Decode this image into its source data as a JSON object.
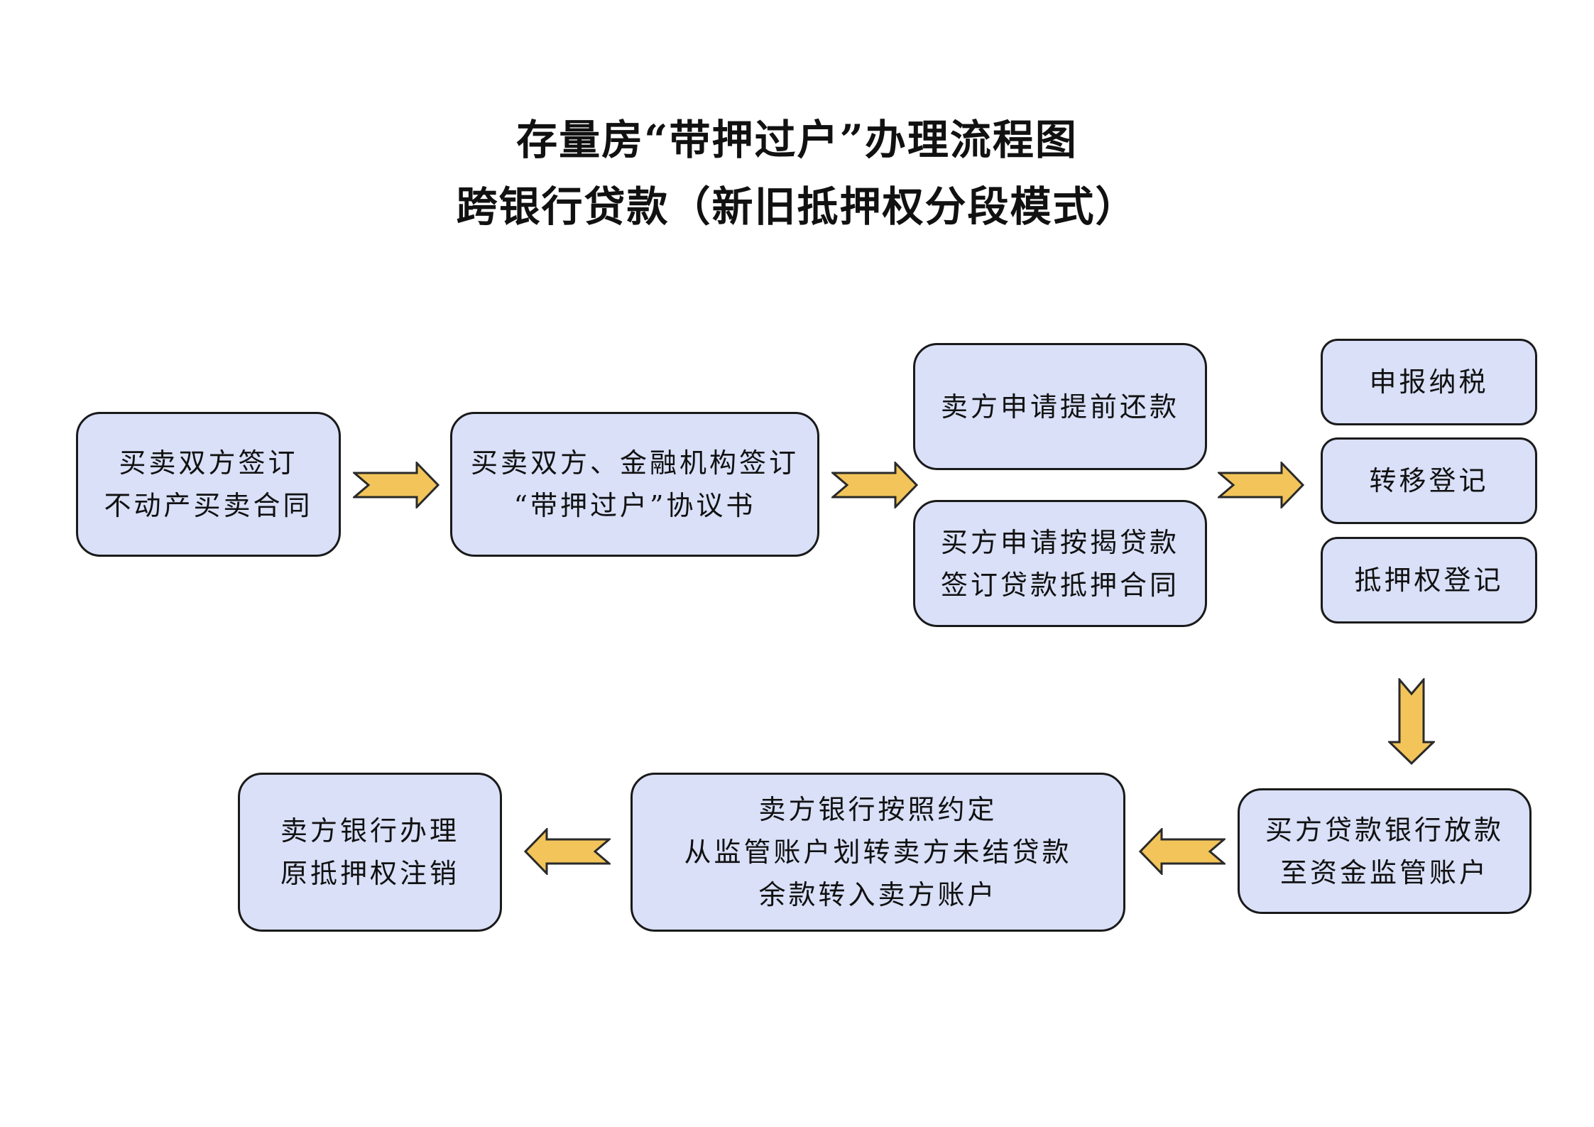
{
  "title": {
    "line1": "存量房“带押过户”办理流程图",
    "line2": "跨银行贷款（新旧抵押权分段模式）"
  },
  "steps": {
    "contract": {
      "line1": "买卖双方签订",
      "line2": "不动产买卖合同"
    },
    "agreement": {
      "line1": "买卖双方、金融机构签订",
      "line2": "“带押过户”协议书"
    },
    "seller_repay": {
      "line1": "卖方申请提前还款"
    },
    "buyer_loan": {
      "line1": "买方申请按揭贷款",
      "line2": "签订贷款抵押合同"
    },
    "tax": {
      "line1": "申报纳税"
    },
    "transfer": {
      "line1": "转移登记"
    },
    "mortgage_reg": {
      "line1": "抵押权登记"
    },
    "loan_release": {
      "line1": "买方贷款银行放款",
      "line2": "至资金监管账户"
    },
    "settle": {
      "line1": "卖方银行按照约定",
      "line2": "从监管账户划转卖方未结贷款",
      "line3": "余款转入卖方账户"
    },
    "cancel": {
      "line1": "卖方银行办理",
      "line2": "原抵押权注销"
    }
  },
  "colors": {
    "box_fill": "#d9e0f8",
    "box_border": "#1a1a1a",
    "arrow_fill": "#f2c45a",
    "arrow_stroke": "#2a2a2a"
  }
}
